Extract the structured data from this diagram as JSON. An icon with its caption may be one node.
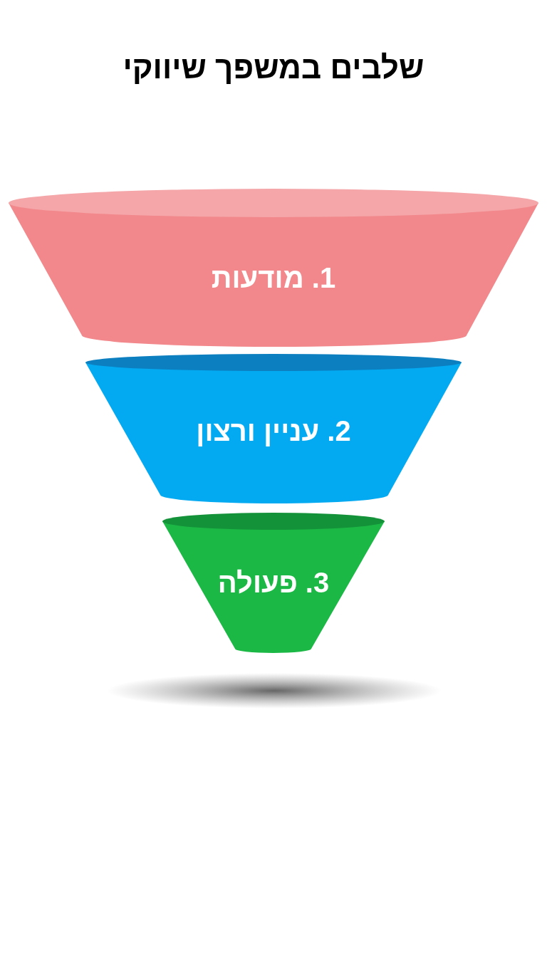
{
  "diagram": {
    "title": "שלבים במשפך שיווקי",
    "nodes": [
      {
        "text": [
          "1. מודעות"
        ]
      },
      {
        "text": [
          "2. עניין ורצון"
        ]
      },
      {
        "text": [
          "3. פעולה"
        ]
      }
    ],
    "edges": []
  }
}
